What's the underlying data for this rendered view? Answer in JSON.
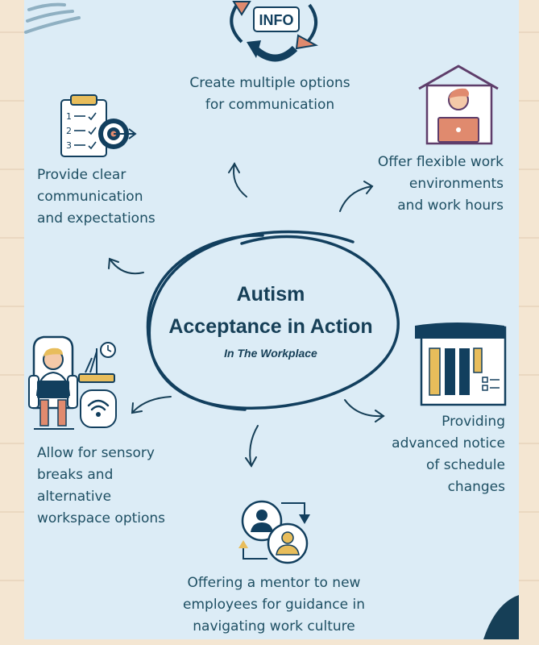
{
  "center": {
    "lines": [
      "Autism",
      "Acceptance in Action"
    ],
    "subtitle": "In The Workplace"
  },
  "items": {
    "communication_options": "Create multiple options\nfor communication",
    "clear_communication": "Provide clear\ncommunication\nand expectations",
    "flexible_work": "Offer flexible work\nenvironments\nand work hours",
    "sensory_breaks": "Allow for sensory\nbreaks and\nalternative\nworkspace options",
    "schedule_notice": "Providing\nadvanced notice\nof schedule\nchanges",
    "mentor": "Offering a mentor to new\nemployees for guidance in\nnavigating work culture"
  },
  "icons": {
    "info": "INFO",
    "checklist_numbers": [
      "1",
      "2",
      "3"
    ]
  },
  "colors": {
    "panel": "#dcecf6",
    "navy": "#123f5e",
    "text": "#1e4f63",
    "salmon": "#e08a6e",
    "gold": "#e8bd5b",
    "purple": "#5e3d6a"
  }
}
